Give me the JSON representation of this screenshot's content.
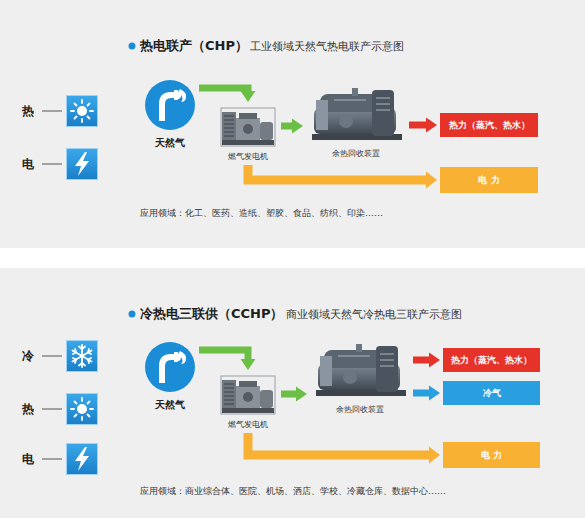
{
  "diagram": {
    "nodes": [
      {
        "text": [
          "热电联产（CHP）",
          "工业领域天然气热电联产示意图",
          "应用领域：化工、医药、造纸、塑胶、食品、纺织、印染……"
        ]
      },
      {
        "text": [
          "热"
        ],
        "in": 0
      },
      {
        "text": [
          "电"
        ],
        "in": 0
      },
      {
        "text": [
          "天然气"
        ],
        "in": 0
      },
      {
        "text": [
          "燃气发电机"
        ],
        "in": 0
      },
      {
        "text": [
          "余热回收装置"
        ],
        "in": 0
      },
      {
        "text": [
          "热力（蒸汽、热水）"
        ],
        "in": 0
      },
      {
        "text": [
          "电 力"
        ],
        "in": 0
      },
      {
        "text": [
          "冷热电三联供（CCHP）",
          "商业领域天然气冷热电三联产示意图",
          "应用领域：商业综合体、医院、机场、酒店、学校、冷藏仓库、数据中心……"
        ]
      },
      {
        "text": [
          "冷"
        ],
        "in": 8
      },
      {
        "text": [
          "热"
        ],
        "in": 8
      },
      {
        "text": [
          "电"
        ],
        "in": 8
      },
      {
        "text": [
          "天然气"
        ],
        "in": 8
      },
      {
        "text": [
          "燃气发电机"
        ],
        "in": 8
      },
      {
        "text": [
          "余热回收装置"
        ],
        "in": 8
      },
      {
        "text": [
          "热力（蒸汽、热水）"
        ],
        "in": 8
      },
      {
        "text": [
          "冷气"
        ],
        "in": 8
      },
      {
        "text": [
          "电 力"
        ],
        "in": 8
      }
    ],
    "edges": [
      {
        "from": 3,
        "to": 4,
        "arrow": "to"
      },
      {
        "from": 4,
        "to": 5,
        "arrow": "to"
      },
      {
        "from": 5,
        "to": 6,
        "arrow": "to"
      },
      {
        "from": 4,
        "to": 7,
        "arrow": "to"
      },
      {
        "from": 12,
        "to": 13,
        "arrow": "to"
      },
      {
        "from": 13,
        "to": 14,
        "arrow": "to"
      },
      {
        "from": 14,
        "to": 15,
        "arrow": "to"
      },
      {
        "from": 14,
        "to": 16,
        "arrow": "to"
      },
      {
        "from": 13,
        "to": 17,
        "arrow": "to"
      }
    ]
  }
}
